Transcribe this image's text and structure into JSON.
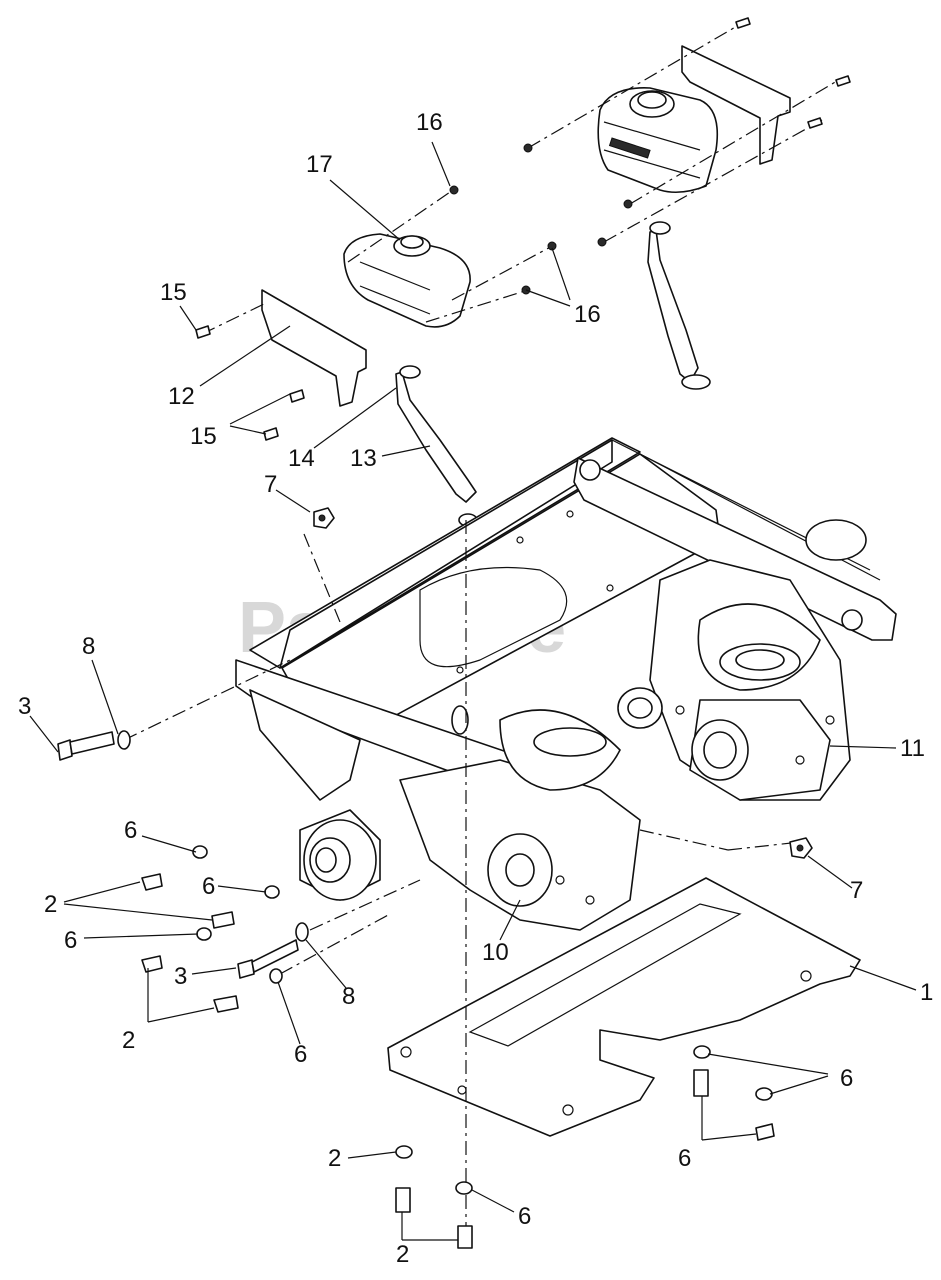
{
  "watermark": "PartsTree",
  "callouts": [
    {
      "id": "c16a",
      "text": "16"
    },
    {
      "id": "c17",
      "text": "17"
    },
    {
      "id": "c15a",
      "text": "15"
    },
    {
      "id": "c16b",
      "text": "16"
    },
    {
      "id": "c12",
      "text": "12"
    },
    {
      "id": "c15b",
      "text": "15"
    },
    {
      "id": "c14",
      "text": "14"
    },
    {
      "id": "c13",
      "text": "13"
    },
    {
      "id": "c7a",
      "text": "7"
    },
    {
      "id": "c8a",
      "text": "8"
    },
    {
      "id": "c3a",
      "text": "3"
    },
    {
      "id": "c11",
      "text": "11"
    },
    {
      "id": "c6a",
      "text": "6"
    },
    {
      "id": "c6b",
      "text": "6"
    },
    {
      "id": "c2a",
      "text": "2"
    },
    {
      "id": "c6c",
      "text": "6"
    },
    {
      "id": "c7b",
      "text": "7"
    },
    {
      "id": "c10",
      "text": "10"
    },
    {
      "id": "c3b",
      "text": "3"
    },
    {
      "id": "c8b",
      "text": "8"
    },
    {
      "id": "c1",
      "text": "1"
    },
    {
      "id": "c2b",
      "text": "2"
    },
    {
      "id": "c6d",
      "text": "6"
    },
    {
      "id": "c6e",
      "text": "6"
    },
    {
      "id": "c2c",
      "text": "2"
    },
    {
      "id": "c6f",
      "text": "6"
    },
    {
      "id": "c6g",
      "text": "6"
    },
    {
      "id": "c2d",
      "text": "2"
    }
  ]
}
